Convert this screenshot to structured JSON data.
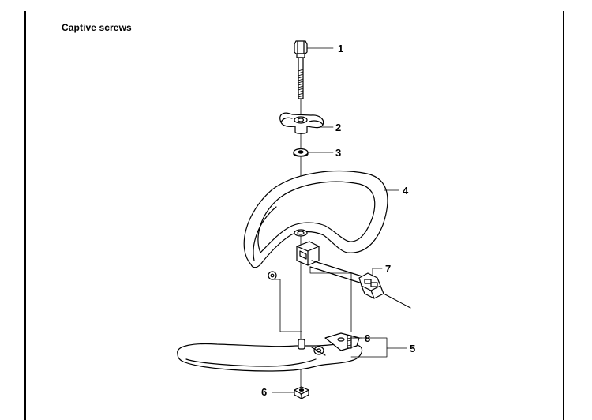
{
  "title": "Captive screws",
  "callouts": [
    {
      "id": "1",
      "label": "1"
    },
    {
      "id": "2",
      "label": "2"
    },
    {
      "id": "3",
      "label": "3"
    },
    {
      "id": "4",
      "label": "4"
    },
    {
      "id": "5",
      "label": "5"
    },
    {
      "id": "6",
      "label": "6"
    },
    {
      "id": "7",
      "label": "7"
    },
    {
      "id": "8",
      "label": "8"
    }
  ]
}
